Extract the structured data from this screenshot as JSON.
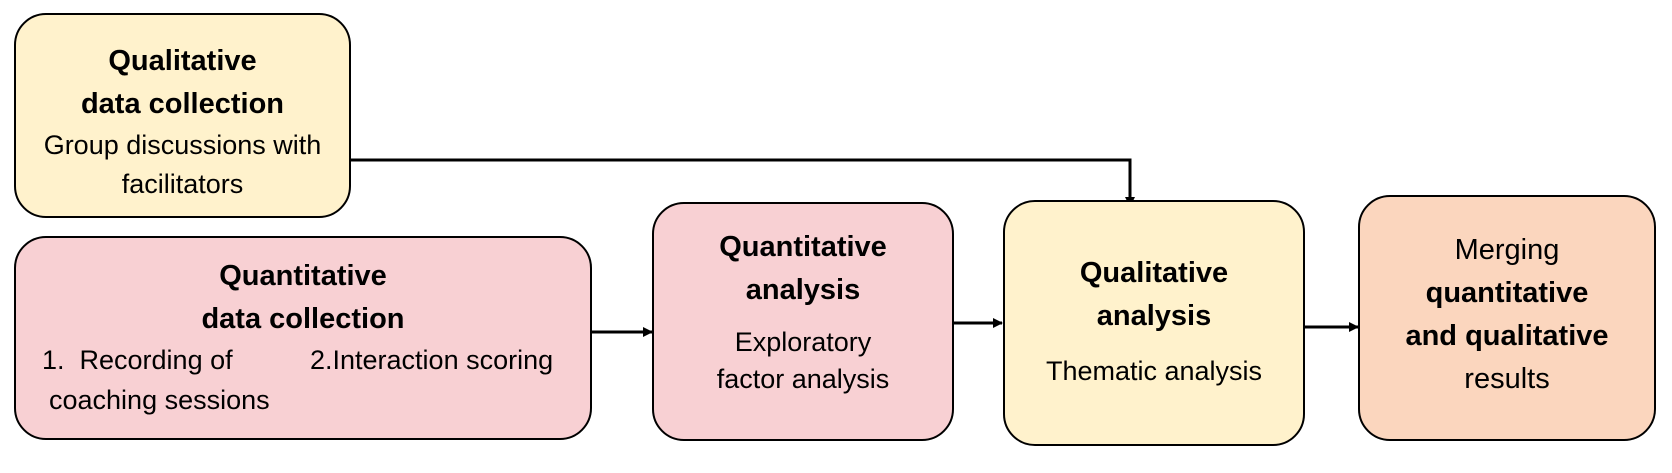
{
  "qual_collection": {
    "title_line1": "Qualitative",
    "title_line2": "data collection",
    "body_line1": "Group discussions with",
    "body_line2": "facilitators"
  },
  "quant_collection": {
    "title_line1": "Quantitative",
    "title_line2": "data collection",
    "item1_line1": "1.  Recording of",
    "item1_line2": "coaching sessions",
    "item2": "2.Interaction scoring"
  },
  "quant_analysis": {
    "title_line1": "Quantitative",
    "title_line2": "analysis",
    "body_line1": "Exploratory",
    "body_line2": "factor analysis"
  },
  "qual_analysis": {
    "title_line1": "Qualitative",
    "title_line2": "analysis",
    "body": "Thematic analysis"
  },
  "merging": {
    "line1": "Merging",
    "line2": "quantitative",
    "line3": "and qualitative",
    "line4": "results"
  },
  "colors": {
    "qualitative_fill": "#fff2cc",
    "quantitative_fill": "#f8d0d3",
    "merging_fill": "#fbd6be",
    "border": "#000000"
  }
}
